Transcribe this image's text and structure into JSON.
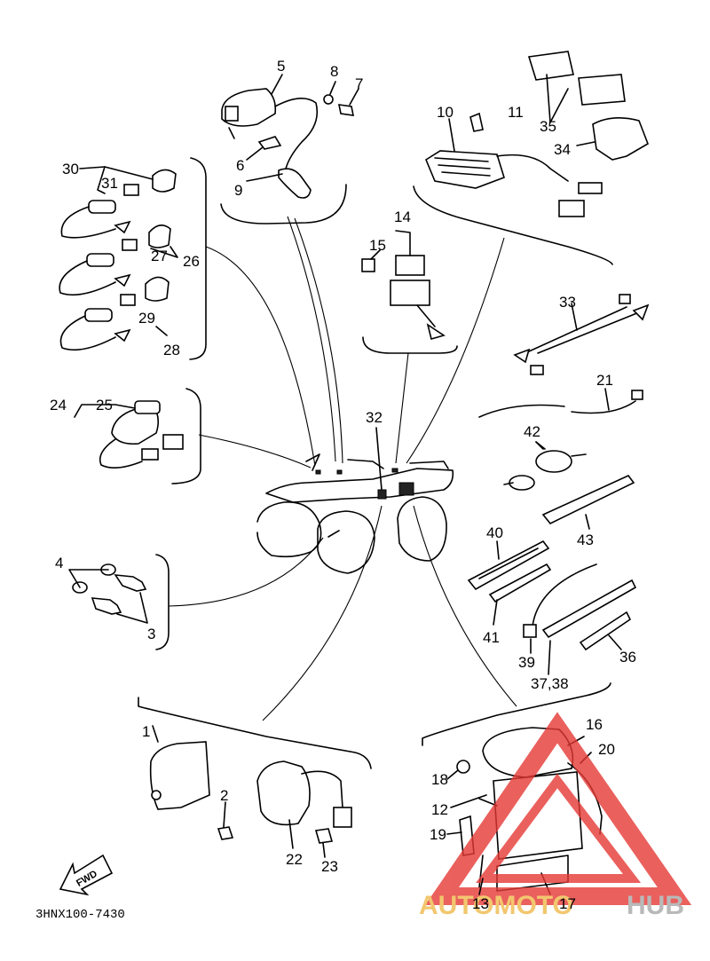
{
  "diagram_code": "3HNX100-7430",
  "fwd_label": "FWD",
  "watermark": {
    "brand_part1": "AUTOMOTO",
    "brand_part2": "HUB",
    "color_main": "#e53935",
    "color_text1": "#f2c76f",
    "color_text2": "#b9b9b9"
  },
  "part_labels": [
    "1",
    "2",
    "3",
    "4",
    "5",
    "6",
    "8",
    "7",
    "9",
    "10",
    "11",
    "12",
    "13",
    "14",
    "15",
    "16",
    "17",
    "18",
    "19",
    "20",
    "21",
    "22",
    "23",
    "24",
    "25",
    "26",
    "27",
    "28",
    "29",
    "30",
    "31",
    "32",
    "33",
    "34",
    "35",
    "36",
    "37,38",
    "39",
    "40",
    "41",
    "42",
    "43"
  ]
}
